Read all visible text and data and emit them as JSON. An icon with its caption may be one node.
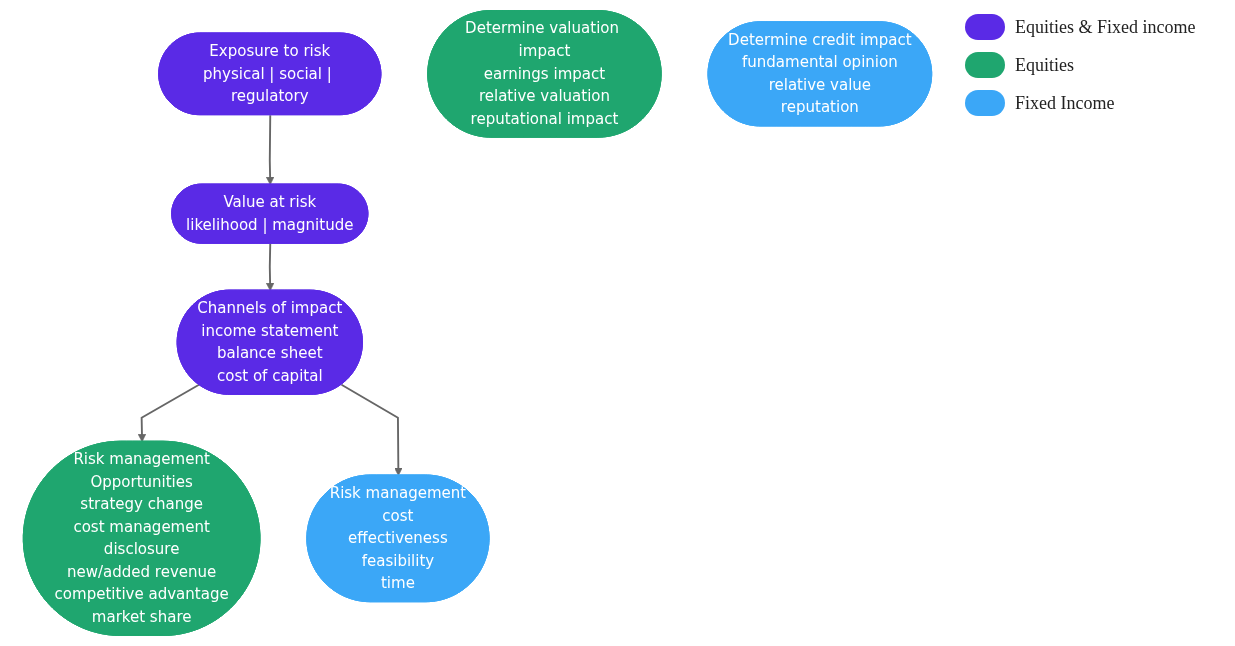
{
  "diagram": {
    "nodes": [
      {
        "text": [
          "Exposure to risk",
          "physical | social | regulatory"
        ]
      },
      {
        "text": [
          "Value at risk",
          "likelihood | magnitude"
        ]
      },
      {
        "text": [
          "Channels of impact",
          "income statement",
          "balance sheet",
          "cost of capital"
        ]
      },
      {
        "text": [
          "Risk management",
          "Opportunities",
          "strategy change",
          "cost management",
          "disclosure",
          "new/added revenue",
          "competitive advantage",
          "market share"
        ]
      },
      {
        "text": [
          "Risk management",
          "cost",
          "effectiveness",
          "feasibility",
          "time"
        ]
      },
      {
        "text": [
          "Determine valuation impact",
          "earnings impact",
          "relative valuation",
          "reputational impact"
        ]
      },
      {
        "text": [
          "Determine credit impact",
          "fundamental opinion",
          "relative value",
          "reputation"
        ]
      }
    ],
    "edges": [
      {
        "from": 0,
        "to": 1,
        "arrow": "to"
      },
      {
        "from": 1,
        "to": 2,
        "arrow": "to"
      },
      {
        "from": 2,
        "to": 3,
        "arrow": "to"
      },
      {
        "from": 2,
        "to": 4,
        "arrow": "to"
      }
    ],
    "legend": [
      {
        "text": "Equities & Fixed income",
        "color": "#5a2ae6"
      },
      {
        "text": "Equities",
        "color": "#1fa66f"
      },
      {
        "text": "Fixed Income",
        "color": "#3ba7f7"
      }
    ]
  }
}
